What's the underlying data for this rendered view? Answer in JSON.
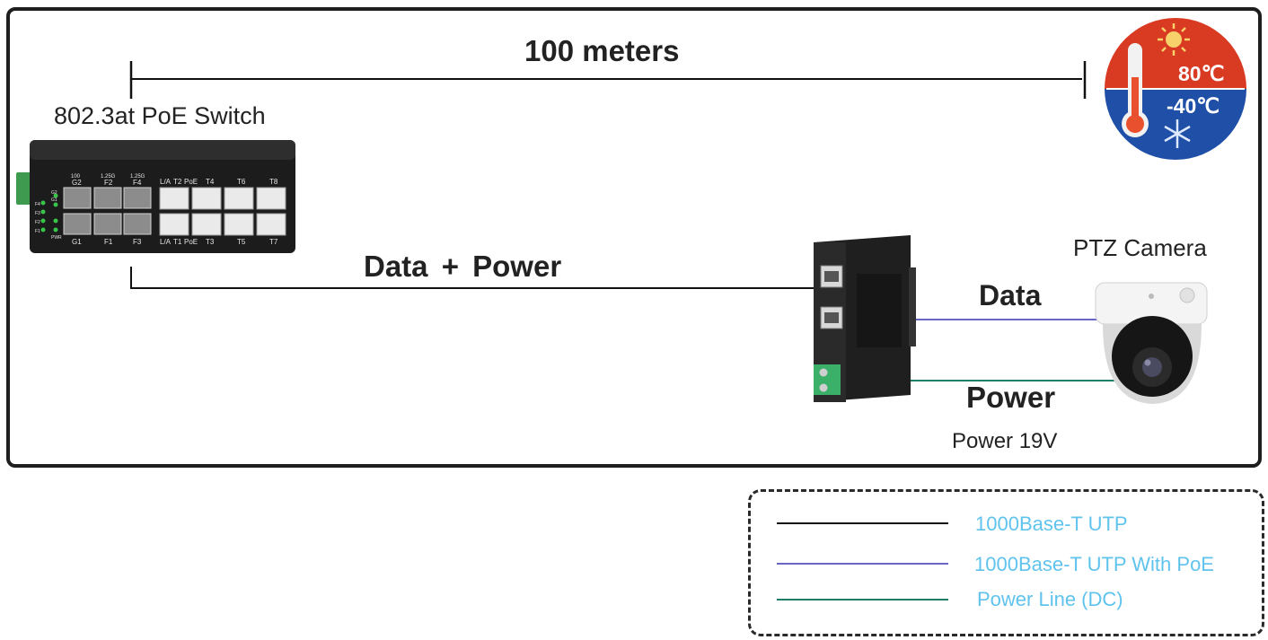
{
  "diagram": {
    "distance_label": "100 meters",
    "switch_label": "802.3at PoE Switch",
    "camera_label": "PTZ Camera",
    "data_power_label": "Data + Power",
    "data_label": "Data",
    "power_label": "Power",
    "voltage_label": "Power 19V",
    "temperature": {
      "high": "80℃",
      "low": "-40℃"
    },
    "switch_ports": {
      "top": [
        "G2",
        "F2",
        "F4",
        "L/A",
        "T2",
        "PoE",
        "T4",
        "T6",
        "T8"
      ],
      "bottom": [
        "G1",
        "F1",
        "F3",
        "L/A",
        "T1",
        "PoE",
        "T3",
        "T5",
        "T7"
      ],
      "speed": [
        "100",
        "1.25G",
        "1.25G"
      ],
      "leds": [
        "F4",
        "F3",
        "F2",
        "F1",
        "PWR",
        "G2",
        "G1"
      ]
    }
  },
  "legend": {
    "items": [
      {
        "label": "1000Base-T UTP",
        "line_color": "#111111"
      },
      {
        "label": "1000Base-T UTP With PoE",
        "line_color": "#6a66c4"
      },
      {
        "label": "Power Line (DC)",
        "line_color": "#1d7f6a"
      }
    ],
    "text_color": "#5fc3ee"
  }
}
